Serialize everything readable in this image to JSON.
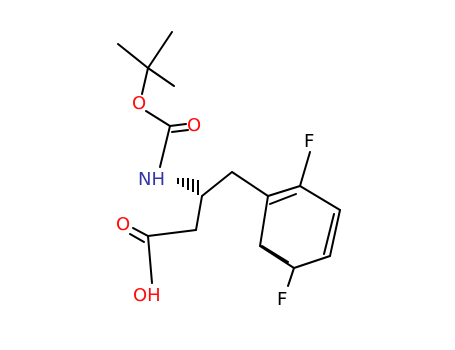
{
  "molecule": {
    "atoms": {
      "o_ether": "O",
      "o_carbonyl_boc": "O",
      "nh": "NH",
      "o_carbonyl_acid": "O",
      "oh": "OH",
      "f_top": "F",
      "f_bottom": "F"
    },
    "colors": {
      "bond": "#000000",
      "oxygen": "#ff0d0d",
      "nitrogen": "#3535a5",
      "fluorine": "#000000"
    }
  }
}
